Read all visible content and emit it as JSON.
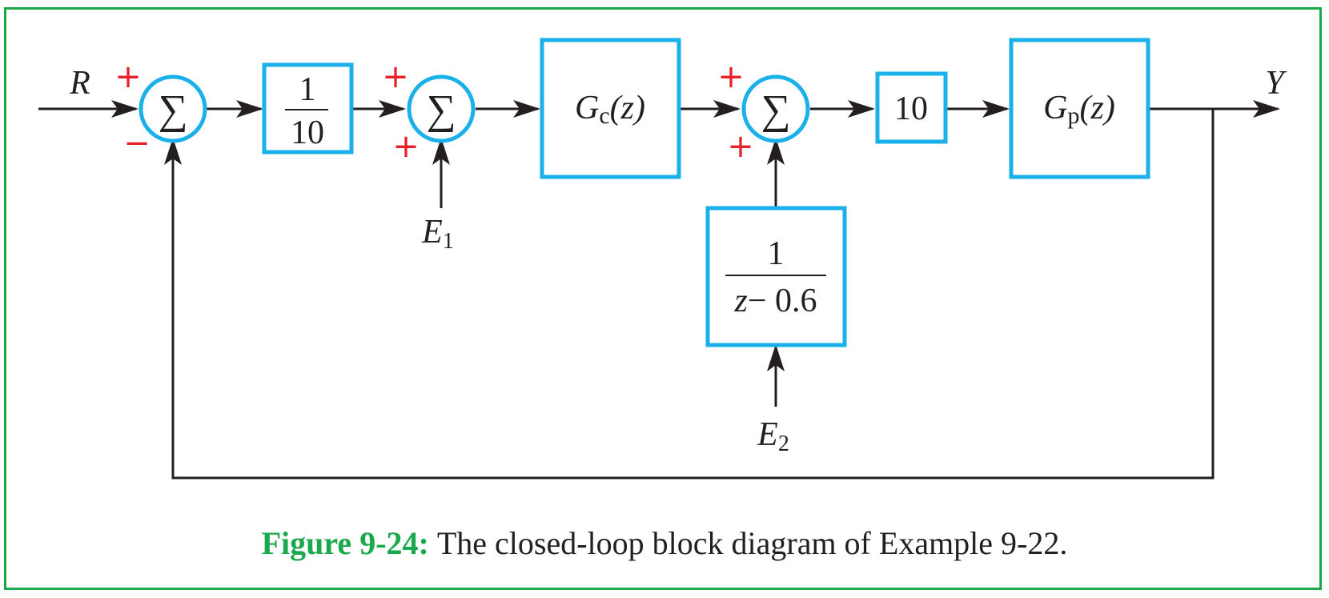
{
  "colors": {
    "frame": "#1aa84c",
    "block_border": "#1ab0ea",
    "sign": "#e8202a",
    "wire": "#231f20",
    "caption_label": "#1aa84c"
  },
  "signals": {
    "input": "R",
    "output": "Y",
    "disturbance1": {
      "main": "E",
      "sub": "1"
    },
    "disturbance2": {
      "main": "E",
      "sub": "2"
    }
  },
  "summing_junctions": {
    "symbol": "∑",
    "sum1": {
      "left_sign": "+",
      "bottom_sign": "−"
    },
    "sum2": {
      "left_sign": "+",
      "bottom_sign": "+"
    },
    "sum3": {
      "left_sign": "+",
      "bottom_sign": "+"
    }
  },
  "blocks": {
    "gain1": {
      "numerator": "1",
      "denominator": "10"
    },
    "controller": {
      "main": "G",
      "sub": "c",
      "arg": "(z)"
    },
    "gain10": {
      "label": "10"
    },
    "plant": {
      "main": "G",
      "sub": "p",
      "arg": "(z)"
    },
    "disturbance_filter": {
      "numerator": "1",
      "denominator_var": "z",
      "denominator_rest": "− 0.6"
    }
  },
  "caption": {
    "label": "Figure 9-24:",
    "text": "The closed-loop block diagram of Example 9-22."
  }
}
